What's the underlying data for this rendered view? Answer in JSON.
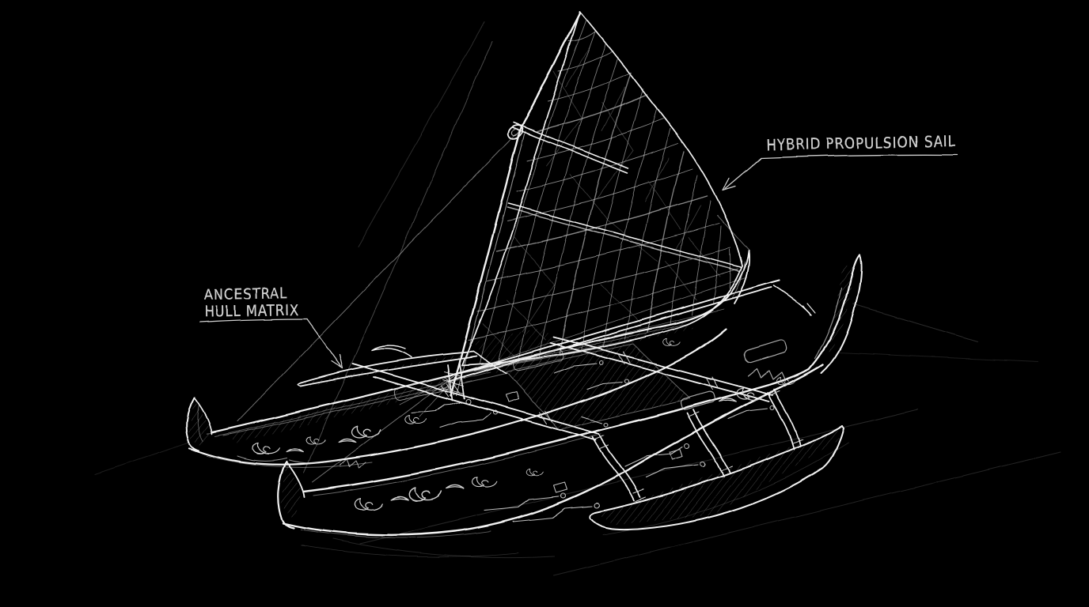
{
  "scene": {
    "background_color": "#000000",
    "ink_bright_color": "#f2f2f2",
    "ink_color": "#cfcfcf",
    "ink_dim_color": "#8f8f8f",
    "label_color": "#d2d2d2"
  },
  "annotations": {
    "sail": {
      "label": "HYBRID PROPULSION SAIL"
    },
    "hull": {
      "label_line1": "ANCESTRAL",
      "label_line2": "HULL MATRIX"
    }
  }
}
